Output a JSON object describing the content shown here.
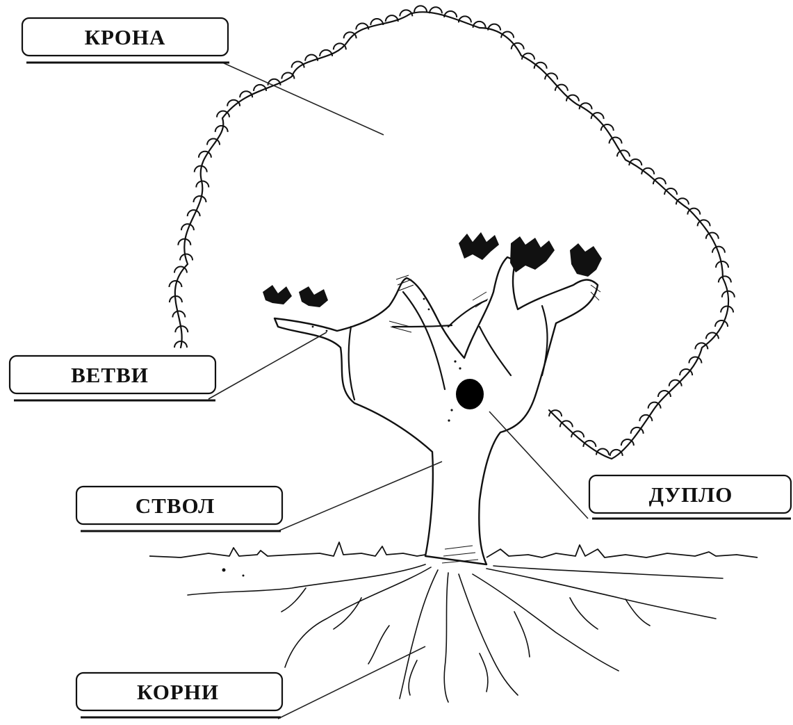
{
  "labels": {
    "crown": "КРОНА",
    "branches": "ВЕТВИ",
    "trunk": "СТВОЛ",
    "hollow": "ДУПЛО",
    "roots": "КОРНИ"
  },
  "colors": {
    "ink": "#111111",
    "background": "#ffffff"
  }
}
